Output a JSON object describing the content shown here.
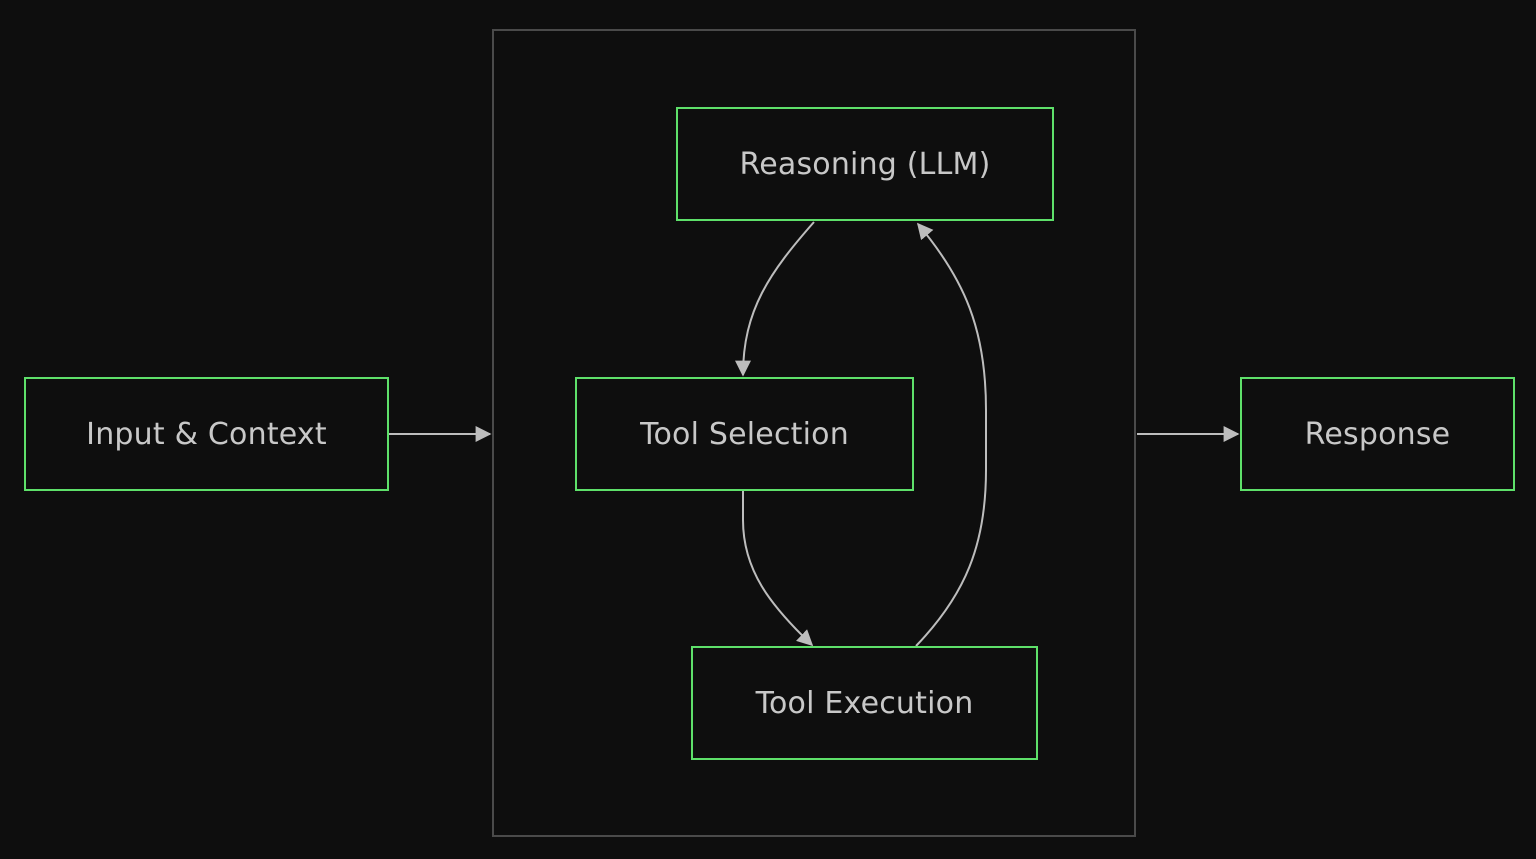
{
  "diagram": {
    "nodes": {
      "input": "Input & Context",
      "reasoning": "Reasoning (LLM)",
      "selection": "Tool Selection",
      "execution": "Tool Execution",
      "response": "Response"
    },
    "edges": [
      {
        "from": "input",
        "to": "group"
      },
      {
        "from": "reasoning",
        "to": "selection"
      },
      {
        "from": "selection",
        "to": "execution"
      },
      {
        "from": "execution",
        "to": "reasoning"
      },
      {
        "from": "group",
        "to": "response"
      }
    ],
    "colors": {
      "background": "#0e0e0e",
      "node_border": "#5ee06a",
      "node_text": "#c8c8c8",
      "edge": "#bdbdbd",
      "group_border": "#4a4a4a"
    }
  }
}
